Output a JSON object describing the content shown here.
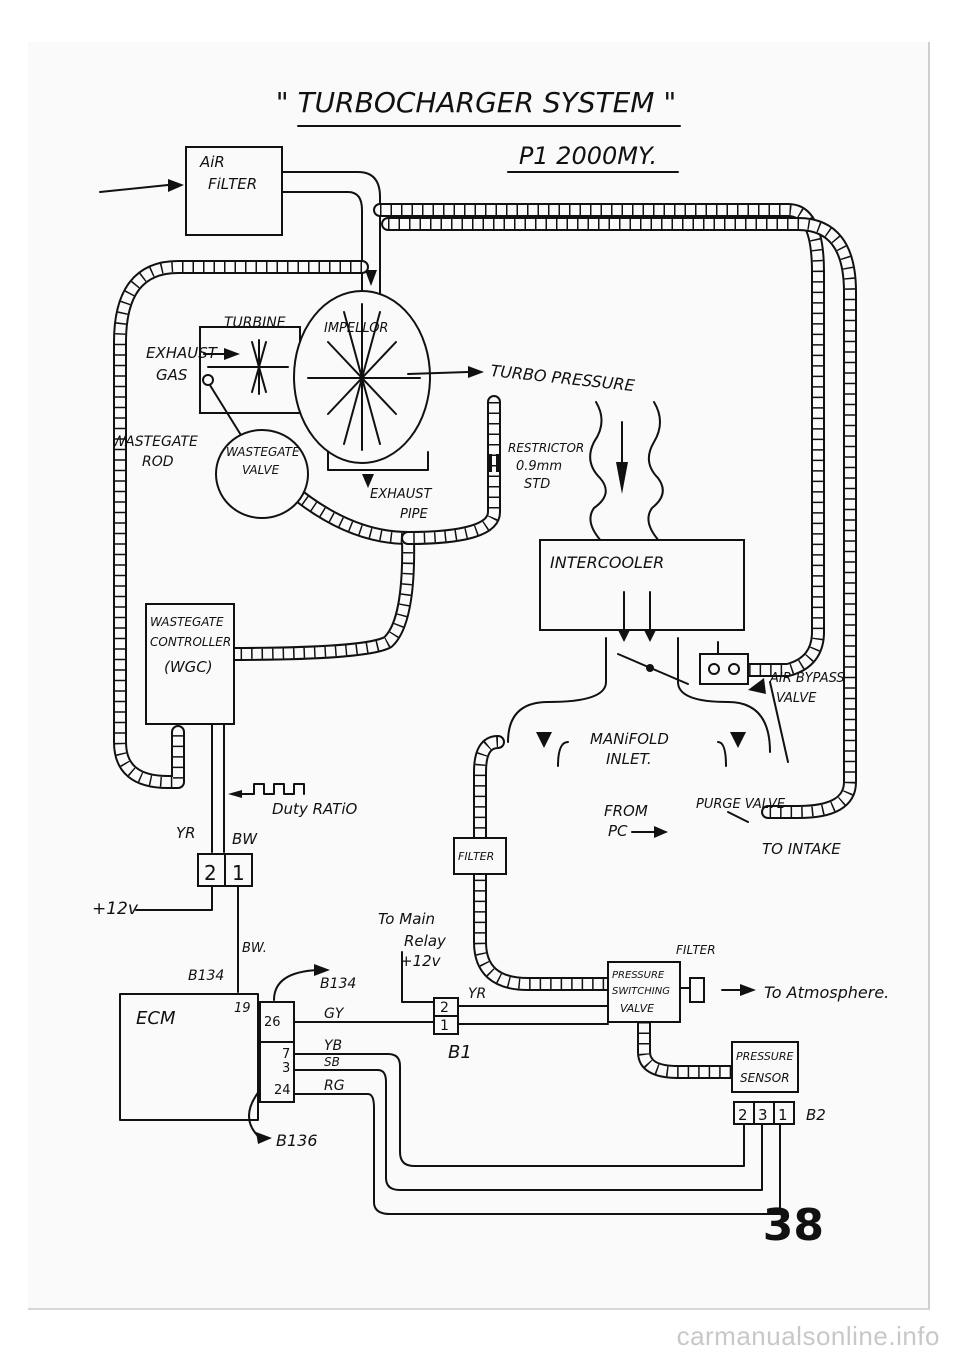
{
  "diagram": {
    "title": "\" TURBOCHARGER SYSTEM \"",
    "subtitle": "P1 2000MY.",
    "page_number": "38",
    "components": {
      "air_filter": [
        "AiR",
        "FiLTER"
      ],
      "exhaust_gas": [
        "EXHAUST",
        "GAS"
      ],
      "turbine": "TURBINE",
      "impeller": "IMPELLOR",
      "turbo_pressure": "TURBO PRESSURE",
      "wastegate_rod": [
        "WASTEGATE",
        "ROD"
      ],
      "wastegate_valve": [
        "WASTEGATE",
        "VALVE"
      ],
      "exhaust_pipe": [
        "EXHAUST",
        "PIPE"
      ],
      "restrictor": [
        "RESTRICTOR",
        "0.9mm",
        "STD"
      ],
      "intercooler": "INTERCOOLER",
      "wgc": [
        "WASTEGATE",
        "CONTROLLER",
        "(WGC)"
      ],
      "air_bypass_valve": [
        "AIR BYPASS",
        "VALVE"
      ],
      "manifold_inlet": [
        "MANiFOLD",
        "INLET."
      ],
      "duty_ratio": "Duty RATiO",
      "from_pc": [
        "FROM",
        "PC"
      ],
      "purge_valve": "PURGE VALVE",
      "to_intake": "TO INTAKE",
      "filter_small": "FILTER",
      "filter_right": "FILTER",
      "to_atmosphere": "To Atmosphere.",
      "pressure_switching_valve": [
        "PRESSURE",
        "SWITCHING",
        "VALVE"
      ],
      "pressure_sensor": [
        "PRESSURE",
        "SENSOR"
      ],
      "ecm": "ECM",
      "to_main_relay": [
        "To Main",
        "Relay",
        "+12v"
      ]
    },
    "wiring": {
      "yr_top": "YR",
      "bw_top": "BW",
      "pin_2": "2",
      "pin_1": "1",
      "plus12v": "+12v",
      "bw_lower": "BW.",
      "b134_left": "B134",
      "b134_right": "B134",
      "ecm_pin_19": "19",
      "ecm_pin_26": "26",
      "ecm_pin_7": "7",
      "ecm_pin_3": "3",
      "ecm_pin_24": "24",
      "gy": "GY",
      "yb": "YB",
      "sb": "SB",
      "rg": "RG",
      "b136": "B136",
      "relay_yr": "YR",
      "relay_pin_2": "2",
      "relay_pin_1": "1",
      "b1": "B1",
      "sensor_pins": [
        "2",
        "3",
        "1"
      ],
      "b2": "B2"
    }
  },
  "watermark": "carmanualsonline.info"
}
